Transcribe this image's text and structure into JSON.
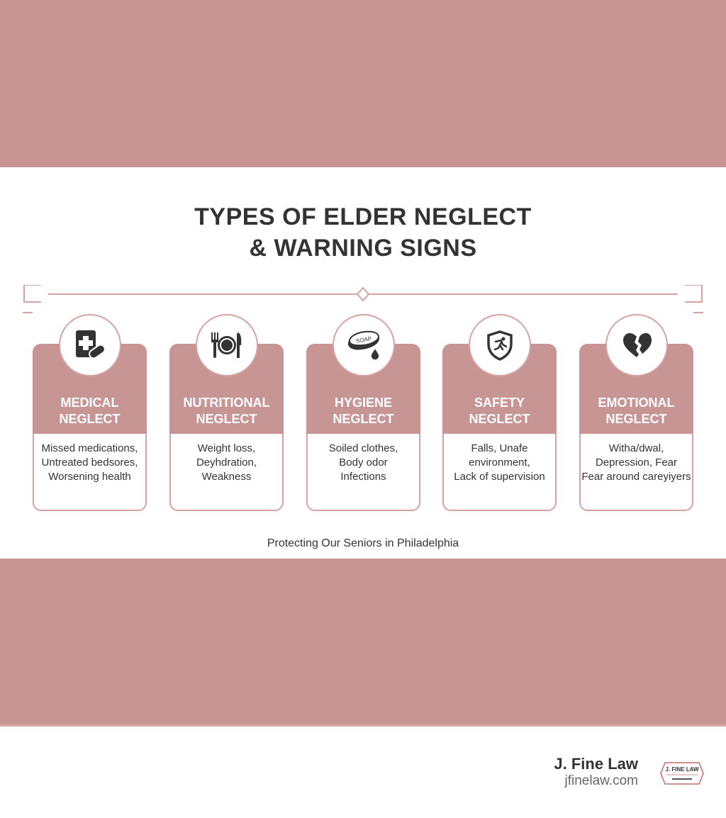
{
  "title": {
    "line1": "TYPES OF ELDER NEGLECT",
    "line2": "& WARNING SIGNS"
  },
  "colors": {
    "accent": "#c79594",
    "text": "#333333"
  },
  "cards": [
    {
      "icon": "medical-chart-pill-icon",
      "name1": "MEDICAL",
      "name2": "NEGLECT",
      "lines": [
        "Missed medications,",
        "Untreated bedsores,",
        "Worsening health"
      ]
    },
    {
      "icon": "plate-fork-knife-icon",
      "name1": "NUTRITIONAL",
      "name2": "NEGLECT",
      "lines": [
        "Weight loss,",
        "Deyhdration,",
        "Weakness"
      ]
    },
    {
      "icon": "soap-icon",
      "soap_text": "SOAP",
      "name1": "HYGIENE",
      "name2": "NEGLECT",
      "lines": [
        "Soiled clothes,",
        "Body odor",
        "Infections"
      ]
    },
    {
      "icon": "shield-fall-icon",
      "name1": "SAFETY",
      "name2": "NEGLECT",
      "lines": [
        "Falls, Unafe",
        "environment,",
        "Lack of supervision"
      ]
    },
    {
      "icon": "broken-heart-icon",
      "name1": "EMOTIONAL",
      "name2": "NEGLECT",
      "lines": [
        "Witha/dwal,",
        "Depression, Fear",
        "Fear around careyiyers"
      ]
    }
  ],
  "tagline": "Protecting Our Seniors in Philadelphia",
  "brand": {
    "name": "J. Fine Law",
    "url": "jfinelaw.com",
    "logo_text": "J. FINE LAW"
  }
}
